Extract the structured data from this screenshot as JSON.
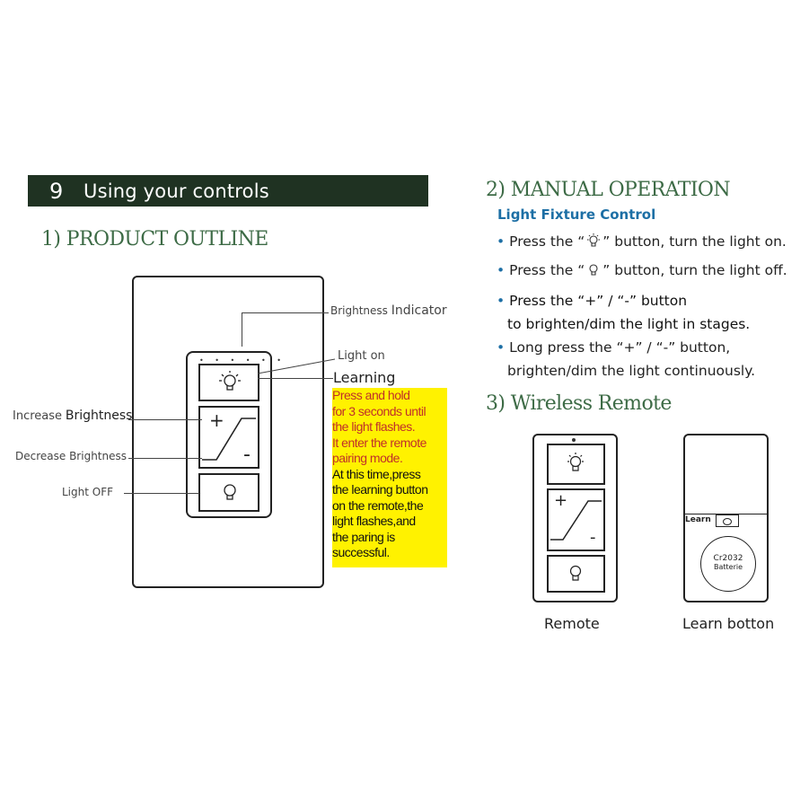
{
  "section": {
    "number": "9",
    "title": "Using your controls"
  },
  "outline": {
    "heading": "1) PRODUCT OUTLINE",
    "labels": {
      "brightness_indicator_a": "Brightness",
      "brightness_indicator_b": "Indicator",
      "light_on": "Light on",
      "learning": "Learning",
      "increase_a": "Increase",
      "increase_b": "Brightness",
      "decrease": "Decrease Brightness",
      "light_off": "Light OFF"
    },
    "switch": {
      "plus": "+",
      "minus": "-",
      "indicator_dots": "• • • • • •"
    },
    "note_red": [
      "Press and hold",
      "for 3 seconds until",
      "the light flashes.",
      "It enter the remote",
      "pairing mode."
    ],
    "note_black": [
      "At this time,press",
      "the learning button",
      "on the remote,the",
      "light flashes,and",
      "the paring is",
      "successful."
    ]
  },
  "manual": {
    "heading": "2) MANUAL OPERATION",
    "subheading": "Light Fixture Control",
    "bullets": [
      {
        "pre": "Press the “",
        "post": "”  button, turn the light on.",
        "icon": "light-on-icon"
      },
      {
        "pre": "Press the “",
        "post": "”  button, turn the light off.",
        "icon": "light-off-icon"
      },
      {
        "line1": "Press the  “+”  /  “-”  button",
        "line2": "to brighten/dim the light in stages."
      },
      {
        "line1": "Long press the  “+”  /  “-”  button,",
        "line2": "brighten/dim the light continuously."
      }
    ]
  },
  "wireless": {
    "heading": "3) Wireless Remote",
    "remote_caption": "Remote",
    "learn_caption": "Learn botton",
    "learn_label": "Learn",
    "battery_line1": "Cr2032",
    "battery_line2": "Batterie",
    "plus": "+",
    "minus": "-"
  }
}
